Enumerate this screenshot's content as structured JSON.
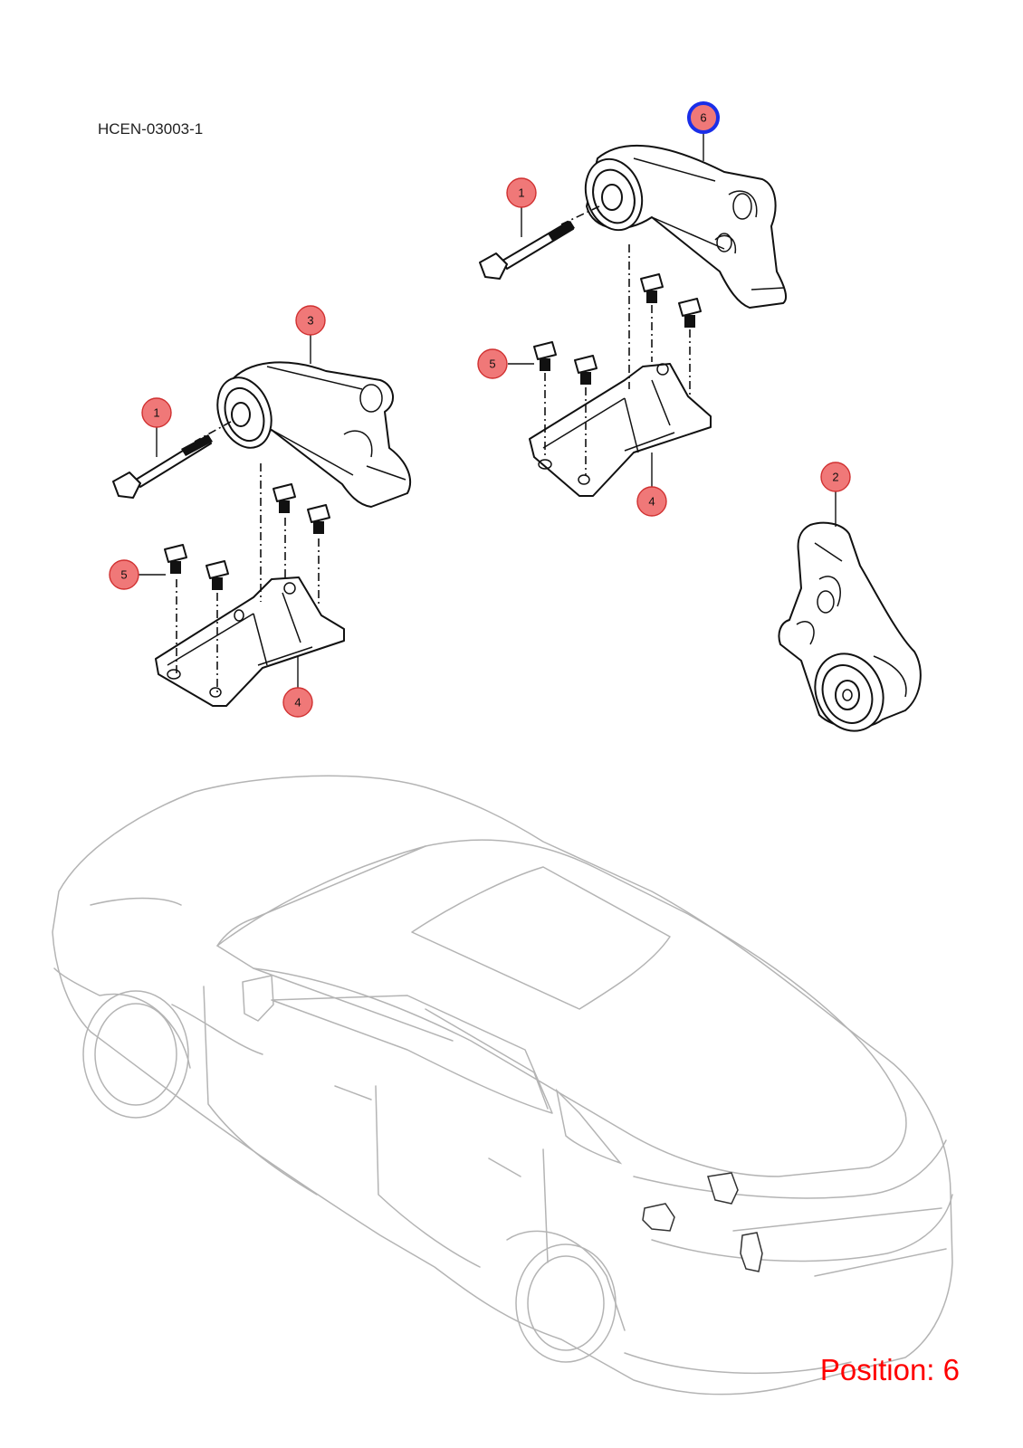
{
  "diagram_code": "HCEN-03003-1",
  "position_label": "Position: 6",
  "selected_position": "6",
  "callouts": {
    "a": "1",
    "b": "6",
    "c": "3",
    "d": "1",
    "e": "5",
    "f": "4",
    "g": "5",
    "h": "4",
    "i": "2"
  },
  "colors": {
    "callout_fill": "#f07878",
    "selected_ring": "#1a2ee8",
    "position_text": "#ff0000",
    "car_outline": "#b4b4b4"
  }
}
